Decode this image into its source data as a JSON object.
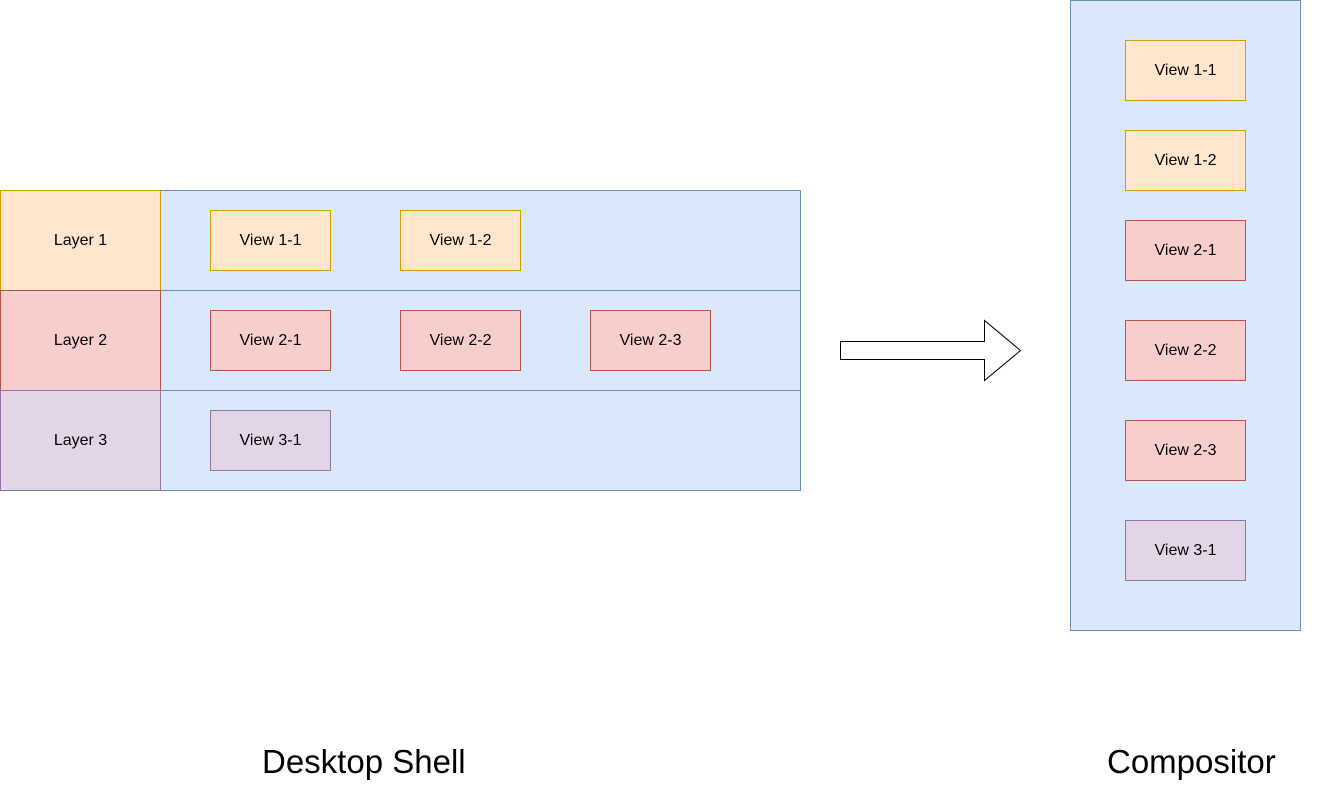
{
  "desktop_shell": {
    "caption": "Desktop Shell",
    "layers": [
      {
        "label": "Layer 1",
        "views": [
          "View 1-1",
          "View 1-2"
        ]
      },
      {
        "label": "Layer 2",
        "views": [
          "View 2-1",
          "View 2-2",
          "View 2-3"
        ]
      },
      {
        "label": "Layer 3",
        "views": [
          "View 3-1"
        ]
      }
    ]
  },
  "compositor": {
    "caption": "Compositor",
    "views": [
      "View 1-1",
      "View 1-2",
      "View 2-1",
      "View 2-2",
      "View 2-3",
      "View 3-1"
    ]
  },
  "colors": {
    "layer1_fill": "#ffe6cc",
    "layer1_stroke": "#d79b00",
    "layer2_fill": "#f8cecc",
    "layer2_stroke": "#b85450",
    "layer3_fill": "#e1d5e7",
    "layer3_stroke": "#9673a6",
    "container_fill": "#dae8fc",
    "container_stroke": "#6c8ebf"
  }
}
